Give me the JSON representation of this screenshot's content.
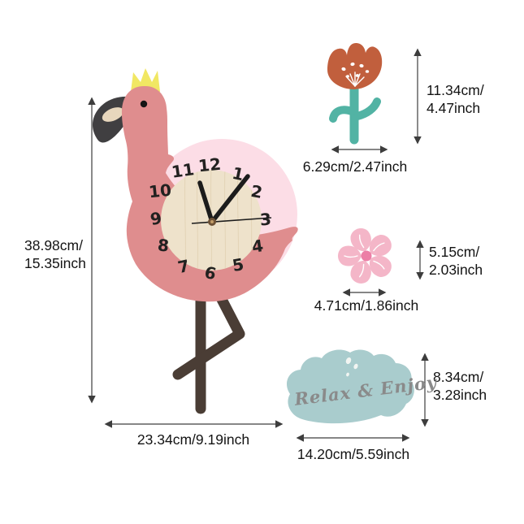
{
  "diagram": {
    "description": "Flamingo wall clock with decal accessories - product dimension diagram"
  },
  "clock": {
    "numerals": [
      "12",
      "1",
      "2",
      "3",
      "4",
      "5",
      "6",
      "7",
      "8",
      "9",
      "10",
      "11"
    ]
  },
  "cloud": {
    "text": "Relax & Enjoy"
  },
  "dimensions": {
    "clock_height": {
      "cm": "38.98cm/",
      "inch": "15.35inch"
    },
    "clock_width": {
      "label": "23.34cm/9.19inch"
    },
    "flower_height": {
      "cm": "11.34cm/",
      "inch": "4.47inch"
    },
    "flower_width": {
      "label": "6.29cm/2.47inch"
    },
    "small_flower_height": {
      "cm": "5.15cm/",
      "inch": "2.03inch"
    },
    "small_flower_width": {
      "label": "4.71cm/1.86inch"
    },
    "cloud_height": {
      "cm": "8.34cm/",
      "inch": "3.28inch"
    },
    "cloud_width": {
      "label": "14.20cm/5.59inch"
    }
  },
  "colors": {
    "flamingo_body": "#df8d8e",
    "flamingo_wing": "#fcdde6",
    "clock_face": "#eee2cb",
    "crown": "#f1e763",
    "beak": "#403f41",
    "beak_band": "#e8d7bd",
    "legs": "#4a3d35",
    "clock_hands": "#1c1c1c",
    "tulip_petals": "#c15f3d",
    "stem": "#52b3a4",
    "small_flower_petals": "#f4b6c8",
    "small_flower_center": "#ec7fa6",
    "cloud_fill": "#a9cccd",
    "cloud_text": "#8a8a8a",
    "dimension_lines": "#3d3d3d"
  }
}
